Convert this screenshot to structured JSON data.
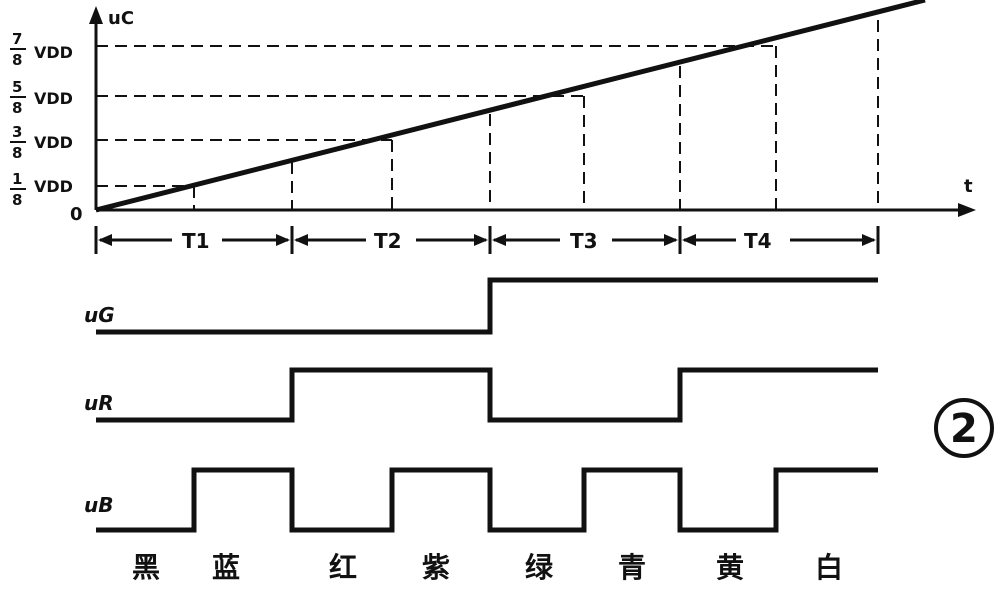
{
  "axes": {
    "y_label": "uC",
    "x_label": "t",
    "origin": "0"
  },
  "voltage_levels": [
    {
      "num": "1",
      "den": "8",
      "unit": "VDD"
    },
    {
      "num": "3",
      "den": "8",
      "unit": "VDD"
    },
    {
      "num": "5",
      "den": "8",
      "unit": "VDD"
    },
    {
      "num": "7",
      "den": "8",
      "unit": "VDD"
    }
  ],
  "periods": [
    "T1",
    "T2",
    "T3",
    "T4"
  ],
  "signals": {
    "g": {
      "label": "uG",
      "levels": [
        0,
        0,
        0,
        0,
        1,
        1,
        1,
        1
      ]
    },
    "r": {
      "label": "uR",
      "levels": [
        0,
        0,
        1,
        1,
        0,
        0,
        1,
        1
      ]
    },
    "b": {
      "label": "uB",
      "levels": [
        0,
        1,
        0,
        1,
        0,
        1,
        0,
        1
      ]
    }
  },
  "colors": [
    "黑",
    "蓝",
    "红",
    "紫",
    "绿",
    "青",
    "黄",
    "白"
  ],
  "figure_number": "2"
}
